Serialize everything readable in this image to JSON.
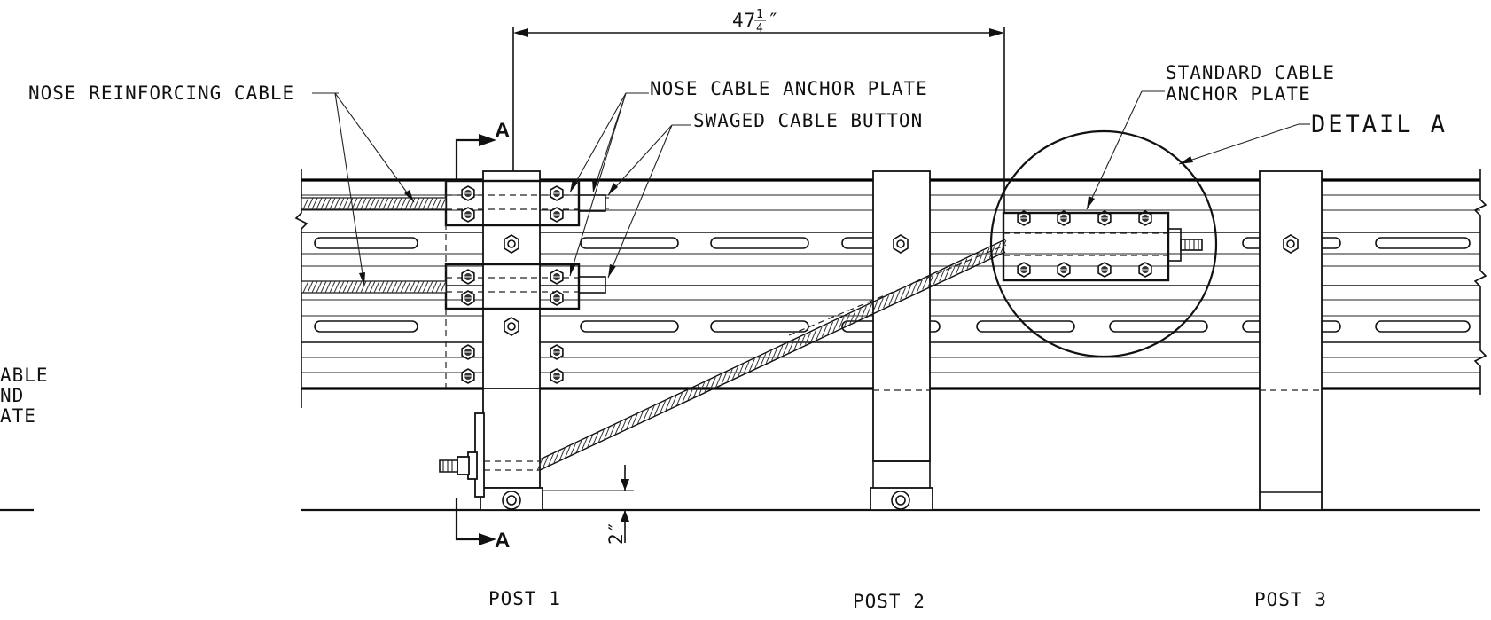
{
  "labels": {
    "dimension_top": "47",
    "dimension_top_frac_num": "1",
    "dimension_top_frac_den": "4",
    "dimension_top_inch": "″",
    "nose_reinforcing_cable": "NOSE REINFORCING CABLE",
    "nose_cable_anchor_plate": "NOSE CABLE ANCHOR PLATE",
    "swaged_cable_button": "SWAGED CABLE BUTTON",
    "standard_cable_line1": "STANDARD CABLE",
    "standard_cable_line2": "ANCHOR PLATE",
    "detail_a": "DETAIL A",
    "section_mark_top": "A",
    "section_mark_bottom": "A",
    "left_cut_line1": "ABLE",
    "left_cut_line2": "ND",
    "left_cut_line3": "ATE",
    "dimension_bottom": "2″",
    "post_1": "POST 1",
    "post_2": "POST 2",
    "post_3": "POST 3"
  },
  "colors": {
    "line": "#111111",
    "background": "#ffffff"
  }
}
